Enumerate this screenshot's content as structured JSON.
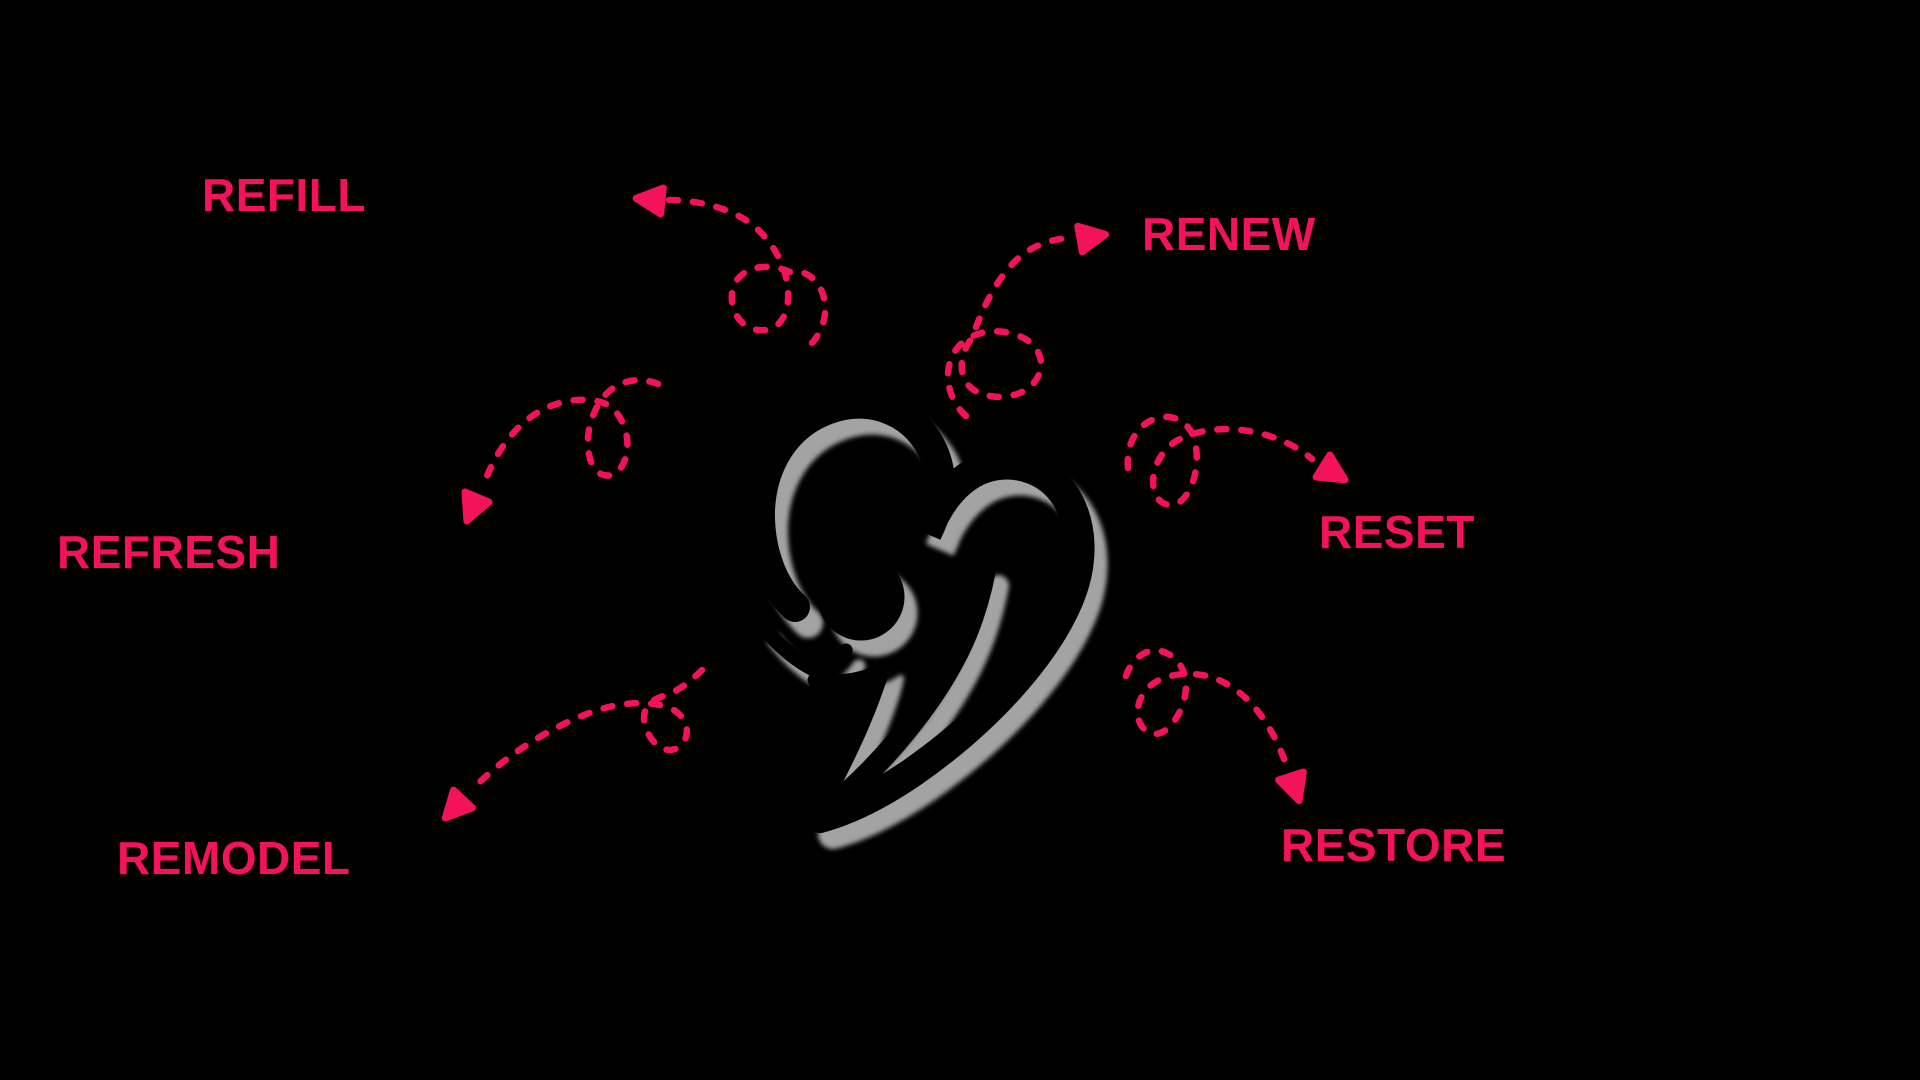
{
  "title": "Heart logo surrounded by six RE-words with dashed doodle arrows",
  "background_color": "#000000",
  "accent_color": "#F4135A",
  "logo": {
    "name": "heart-person-logo",
    "description": "black heart outline embracing a person figure with gray emboss shadow",
    "color": "#000000",
    "shadow_color": "#A3A3A3"
  },
  "icons": {
    "arrow_style": "dashed-loop-doodle-arrow",
    "arrowhead_style": "solid-triangle"
  },
  "labels": {
    "refill": "REFILL",
    "renew": "RENEW",
    "refresh": "REFRESH",
    "reset": "RESET",
    "remodel": "REMODEL",
    "restore": "RESTORE"
  }
}
